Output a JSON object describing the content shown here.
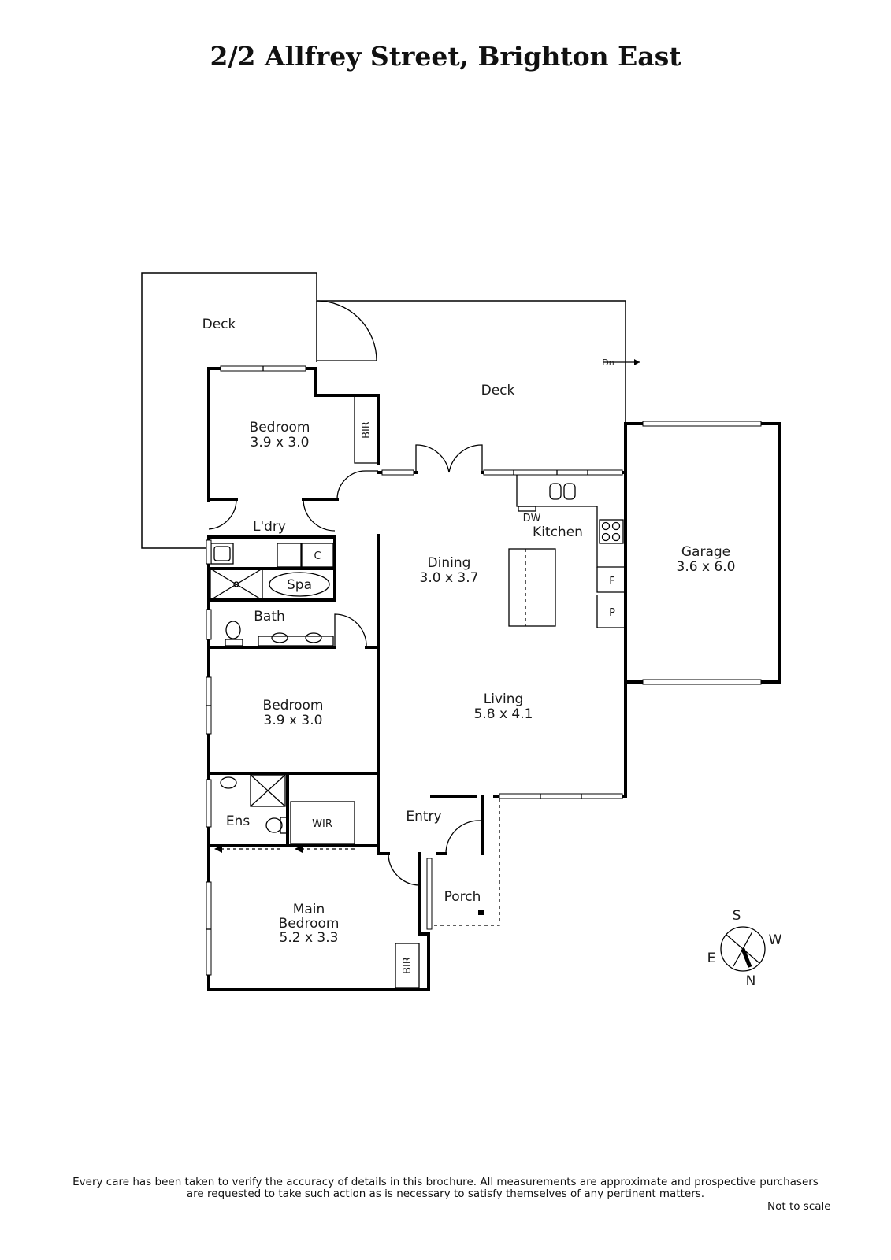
{
  "title": "2/2 Allfrey Street, Brighton East",
  "rooms": {
    "deck_left": "Deck",
    "deck_main": "Deck",
    "dn": "Dn",
    "bedroom1_name": "Bedroom",
    "bedroom1_size": "3.9 x 3.0",
    "bir1": "BIR",
    "laundry": "L'dry",
    "cupboard": "C",
    "spa": "Spa",
    "bath": "Bath",
    "bedroom2_name": "Bedroom",
    "bedroom2_size": "3.9 x 3.0",
    "ensuite": "Ens",
    "wir": "WIR",
    "main_bedroom_line1": "Main",
    "main_bedroom_line2": "Bedroom",
    "main_bedroom_size": "5.2 x 3.3",
    "bir2": "BIR",
    "dining_name": "Dining",
    "dining_size": "3.0 x 3.7",
    "dw": "DW",
    "kitchen": "Kitchen",
    "fridge": "F",
    "pantry": "P",
    "living_name": "Living",
    "living_size": "5.8 x 4.1",
    "entry": "Entry",
    "porch": "Porch",
    "garage_name": "Garage",
    "garage_size": "3.6 x 6.0"
  },
  "compass": {
    "s": "S",
    "w": "W",
    "e": "E",
    "n": "N"
  },
  "disclaimer_line1": "Every care has been taken to verify the accuracy of details in this brochure.  All measurements are approximate and prospective purchasers",
  "disclaimer_line2": "are requested to take such action as is necessary to satisfy themselves of any pertinent matters.",
  "not_to_scale": "Not to scale"
}
